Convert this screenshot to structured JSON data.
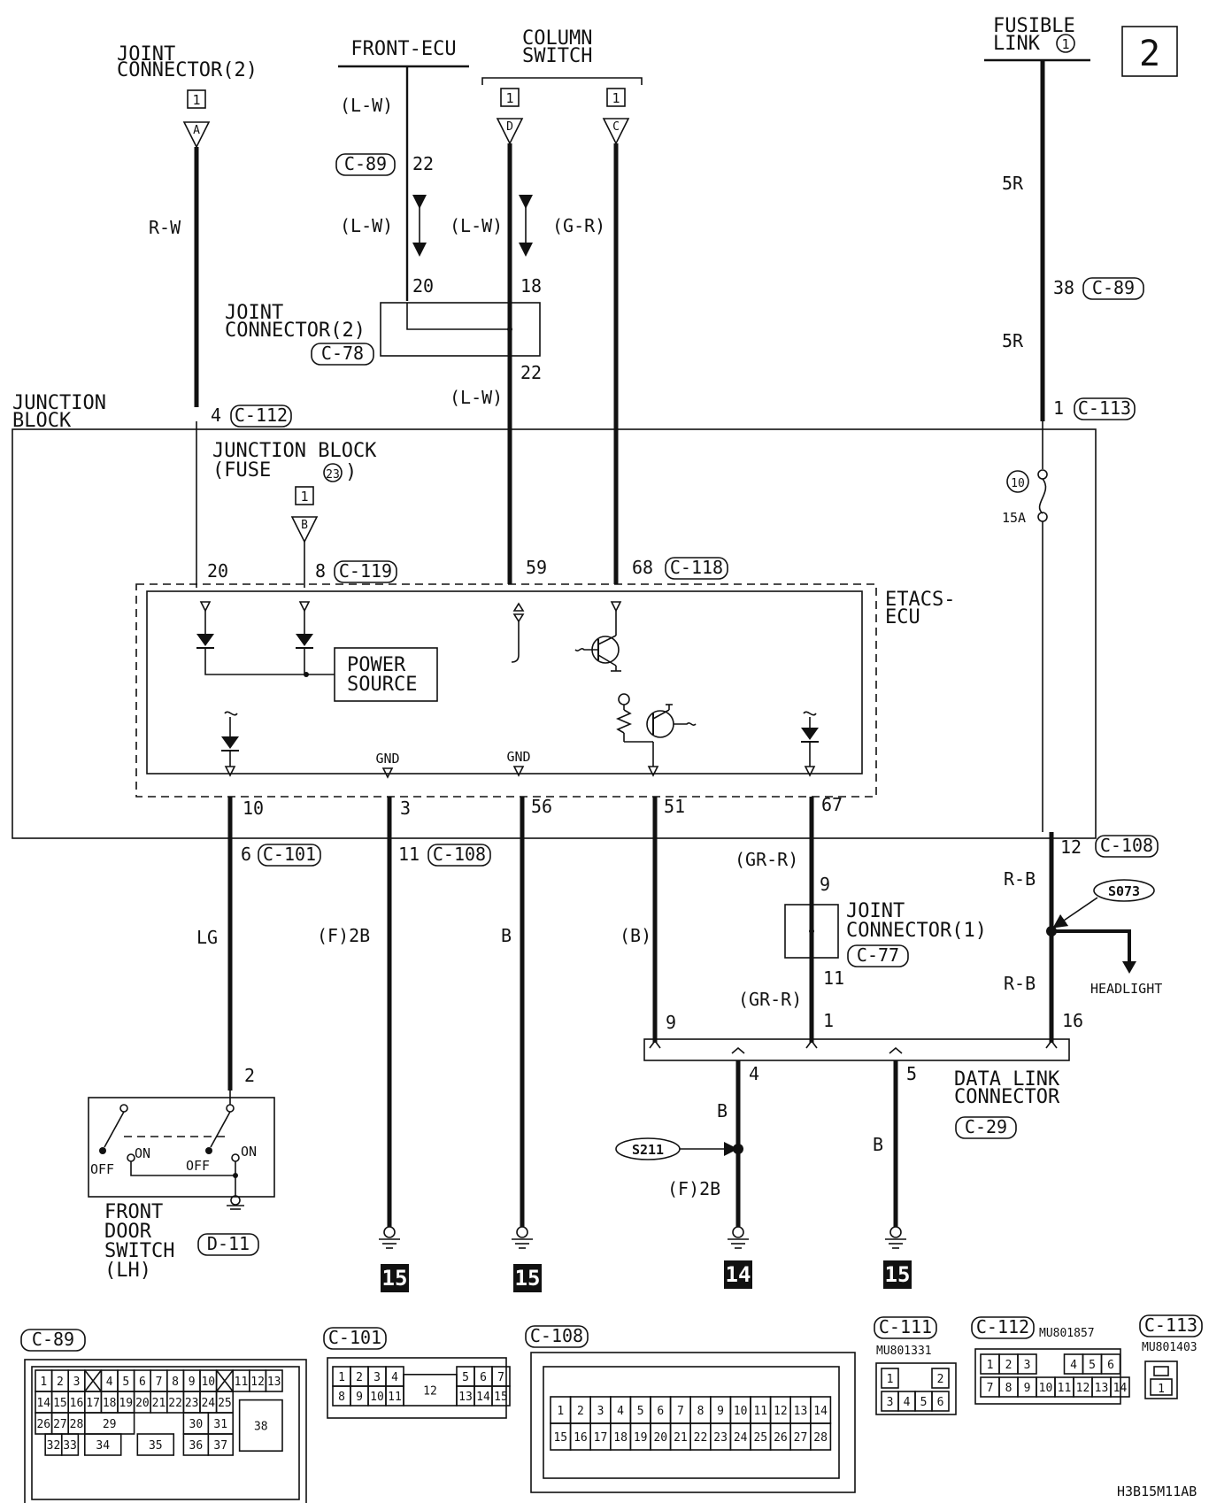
{
  "page_number": "2",
  "footer_code": "H3B15M11AB",
  "labels": {
    "joint_connector_2_top": "JOINT\nCONNECTOR(2)",
    "front_ecu": "FRONT-ECU",
    "column_switch": "COLUMN\nSWITCH",
    "fusible_link": "FUSIBLE\nLINK",
    "fusible_link_num": "1",
    "junction_block": "JUNCTION\nBLOCK",
    "junction_block_fuse": "JUNCTION BLOCK\n(FUSE",
    "fuse_num": "23",
    "joint_connector_2_mid": "JOINT\nCONNECTOR(2)",
    "etacs_ecu": "ETACS-\nECU",
    "power_source": "POWER\nSOURCE",
    "gnd": "GND",
    "joint_connector_1": "JOINT\nCONNECTOR(1)",
    "headlight": "HEADLIGHT",
    "data_link_connector": "DATA LINK\nCONNECTOR",
    "front_door_switch": "FRONT\nDOOR\nSWITCH\n(LH)",
    "on": "ON",
    "off": "OFF",
    "fuse_no": "10",
    "fuse_amp": "15A"
  },
  "refs": {
    "one": "1",
    "A": "A",
    "B": "B",
    "C": "C",
    "D": "D"
  },
  "connectors": {
    "c89": "C-89",
    "c78": "C-78",
    "c112": "C-112",
    "c113": "C-113",
    "c119": "C-119",
    "c118": "C-118",
    "c101": "C-101",
    "c108": "C-108",
    "c77": "C-77",
    "c29": "C-29",
    "d11": "D-11",
    "c111": "C-111"
  },
  "wires": {
    "rw": "R-W",
    "lw": "(L-W)",
    "gr": "(G-R)",
    "fiveR": "5R",
    "lg": "LG",
    "f2b": "(F)2B",
    "b": "B",
    "bp": "(B)",
    "grr": "(GR-R)",
    "rb": "R-B"
  },
  "pins": {
    "p22a": "22",
    "p20a": "20",
    "p18": "18",
    "p22b": "22",
    "p38": "38",
    "p1a": "1",
    "p4": "4",
    "p20b": "20",
    "p8": "8",
    "p59": "59",
    "p68": "68",
    "p10": "10",
    "p3": "3",
    "p56": "56",
    "p51": "51",
    "p67": "67",
    "p6": "6",
    "p11a": "11",
    "p12": "12",
    "p9a": "9",
    "p11b": "11",
    "p9b": "9",
    "p1b": "1",
    "p16": "16",
    "p4b": "4",
    "p5": "5",
    "p2": "2"
  },
  "splices": {
    "s073": "S073",
    "s211": "S211"
  },
  "grounds": {
    "g15a": "15",
    "g15b": "15",
    "g14": "14",
    "g15c": "15"
  },
  "part_numbers": {
    "c111": "MU801331",
    "c112": "MU801857",
    "c113": "MU801403"
  },
  "connector_pins": {
    "c89": [
      "1",
      "2",
      "3",
      "4",
      "5",
      "6",
      "7",
      "8",
      "9",
      "10",
      "11",
      "12",
      "13",
      "14",
      "15",
      "16",
      "17",
      "18",
      "19",
      "20",
      "21",
      "22",
      "23",
      "24",
      "25",
      "26",
      "27",
      "28",
      "29",
      "30",
      "31",
      "32",
      "33",
      "34",
      "35",
      "36",
      "37",
      "38"
    ],
    "c101": [
      "1",
      "2",
      "3",
      "4",
      "5",
      "6",
      "7",
      "8",
      "9",
      "10",
      "11",
      "12",
      "13",
      "14",
      "15"
    ],
    "c108": [
      "1",
      "2",
      "3",
      "4",
      "5",
      "6",
      "7",
      "8",
      "9",
      "10",
      "11",
      "12",
      "13",
      "14",
      "15",
      "16",
      "17",
      "18",
      "19",
      "20",
      "21",
      "22",
      "23",
      "24",
      "25",
      "26",
      "27",
      "28"
    ],
    "c111": [
      "1",
      "2",
      "3",
      "4",
      "5",
      "6"
    ],
    "c112": [
      "1",
      "2",
      "3",
      "4",
      "5",
      "6",
      "7",
      "8",
      "9",
      "10",
      "11",
      "12",
      "13",
      "14"
    ],
    "c113": [
      "1"
    ]
  }
}
